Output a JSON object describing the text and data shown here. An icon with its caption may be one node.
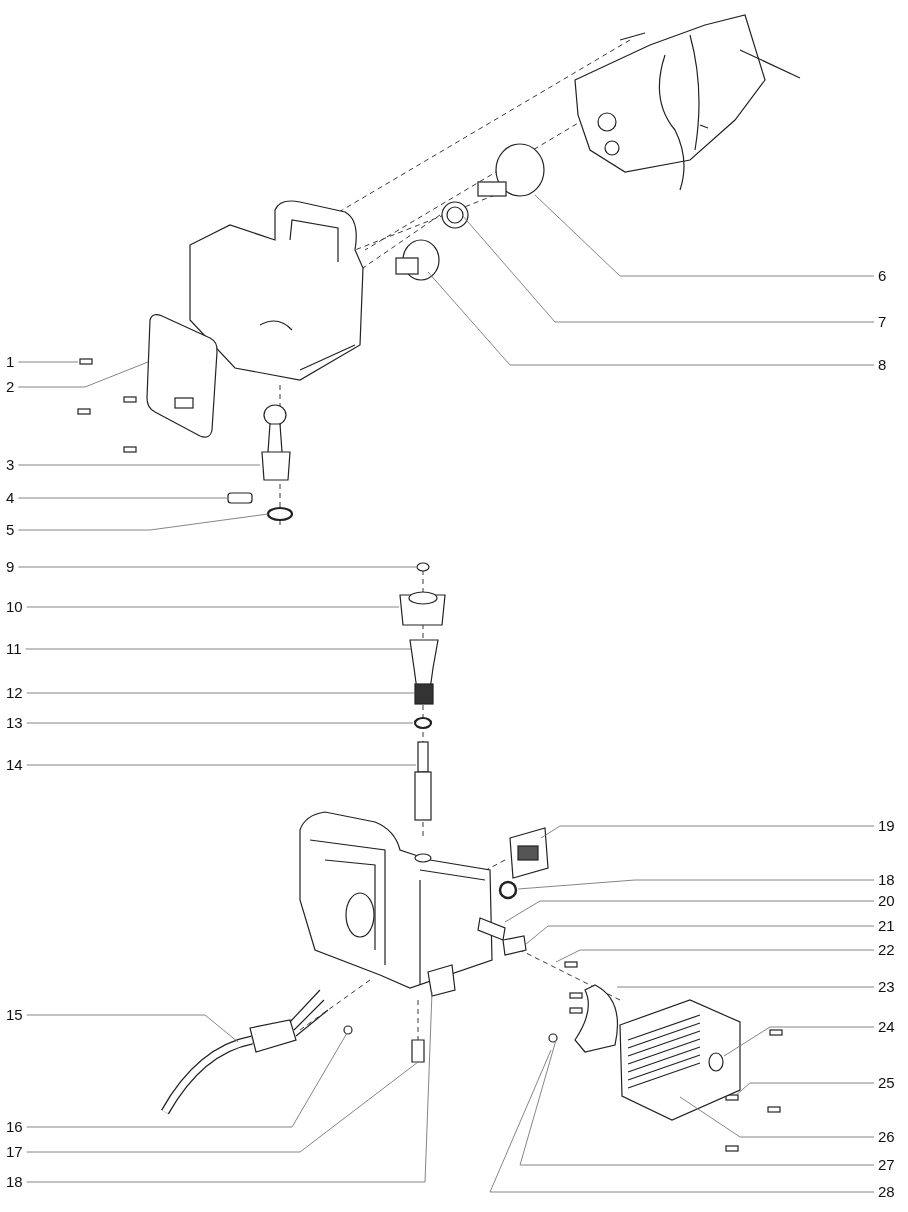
{
  "diagram": {
    "nodes": [
      {
        "text": [
          "6"
        ]
      },
      {
        "text": [
          "7"
        ]
      },
      {
        "text": [
          "1"
        ]
      },
      {
        "text": [
          "8"
        ]
      },
      {
        "text": [
          "2"
        ]
      },
      {
        "text": [
          "3"
        ]
      },
      {
        "text": [
          "4"
        ]
      },
      {
        "text": [
          "5"
        ]
      },
      {
        "text": [
          "9"
        ]
      },
      {
        "text": [
          "10"
        ]
      },
      {
        "text": [
          "11"
        ]
      },
      {
        "text": [
          "12"
        ]
      },
      {
        "text": [
          "13"
        ]
      },
      {
        "text": [
          "14"
        ]
      },
      {
        "text": [
          "19"
        ]
      },
      {
        "text": [
          "18"
        ]
      },
      {
        "text": [
          "20"
        ]
      },
      {
        "text": [
          "21"
        ]
      },
      {
        "text": [
          "22"
        ]
      },
      {
        "text": [
          "23"
        ]
      },
      {
        "text": [
          "15"
        ]
      },
      {
        "text": [
          "24"
        ]
      },
      {
        "text": [
          "25"
        ]
      },
      {
        "text": [
          "16"
        ]
      },
      {
        "text": [
          "26"
        ]
      },
      {
        "text": [
          "17"
        ]
      },
      {
        "text": [
          "27"
        ]
      },
      {
        "text": [
          "18"
        ]
      },
      {
        "text": [
          "28"
        ]
      }
    ],
    "edges": [
      {
        "from": 0,
        "to": null,
        "arrow": "none"
      },
      {
        "from": 1,
        "to": null,
        "arrow": "none"
      },
      {
        "from": 2,
        "to": null,
        "arrow": "none"
      },
      {
        "from": 3,
        "to": null,
        "arrow": "none"
      },
      {
        "from": 4,
        "to": null,
        "arrow": "none"
      },
      {
        "from": 5,
        "to": null,
        "arrow": "none"
      },
      {
        "from": 6,
        "to": null,
        "arrow": "none"
      },
      {
        "from": 7,
        "to": null,
        "arrow": "none"
      },
      {
        "from": 8,
        "to": null,
        "arrow": "none"
      },
      {
        "from": 9,
        "to": null,
        "arrow": "none"
      },
      {
        "from": 10,
        "to": null,
        "arrow": "none"
      },
      {
        "from": 11,
        "to": null,
        "arrow": "none"
      },
      {
        "from": 12,
        "to": null,
        "arrow": "none"
      },
      {
        "from": 13,
        "to": null,
        "arrow": "none"
      },
      {
        "from": 14,
        "to": null,
        "arrow": "none"
      },
      {
        "from": 15,
        "to": null,
        "arrow": "none"
      },
      {
        "from": 16,
        "to": null,
        "arrow": "none"
      },
      {
        "from": 17,
        "to": null,
        "arrow": "none"
      },
      {
        "from": 18,
        "to": null,
        "arrow": "none"
      },
      {
        "from": 19,
        "to": null,
        "arrow": "none"
      },
      {
        "from": 20,
        "to": null,
        "arrow": "none"
      },
      {
        "from": 21,
        "to": null,
        "arrow": "none"
      },
      {
        "from": 22,
        "to": null,
        "arrow": "none"
      },
      {
        "from": 23,
        "to": null,
        "arrow": "none"
      },
      {
        "from": 24,
        "to": null,
        "arrow": "none"
      },
      {
        "from": 25,
        "to": null,
        "arrow": "none"
      },
      {
        "from": 26,
        "to": null,
        "arrow": "none"
      },
      {
        "from": 27,
        "to": null,
        "arrow": "none"
      },
      {
        "from": 28,
        "to": null,
        "arrow": "none"
      }
    ]
  }
}
